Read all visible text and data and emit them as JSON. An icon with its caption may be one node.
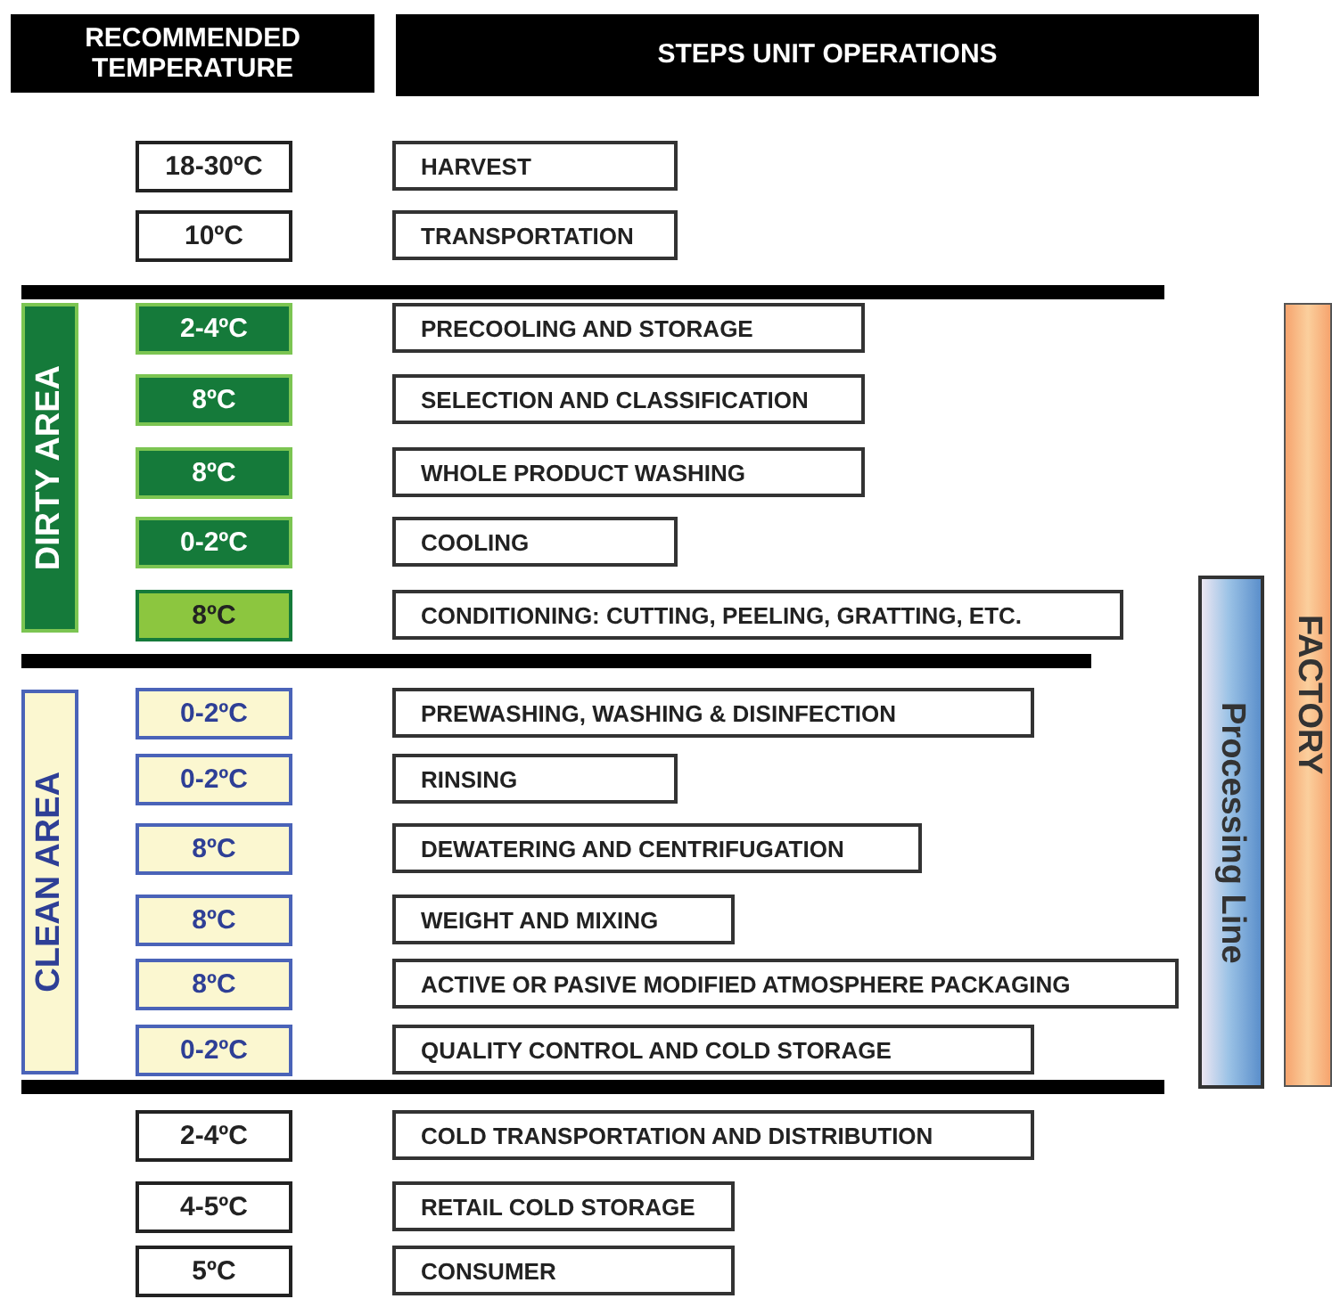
{
  "diagram": {
    "nodes": [
      {
        "text": [
          "RECOMMENDED TEMPERATURE"
        ]
      },
      {
        "text": [
          "STEPS UNIT OPERATIONS"
        ]
      },
      {
        "text": [
          "18-30ºC"
        ]
      },
      {
        "text": [
          "HARVEST"
        ]
      },
      {
        "text": [
          "10ºC"
        ]
      },
      {
        "text": [
          "TRANSPORTATION"
        ]
      },
      {
        "text": [
          "2-4ºC"
        ]
      },
      {
        "text": [
          "PRECOOLING AND STORAGE"
        ]
      },
      {
        "text": [
          "8ºC"
        ]
      },
      {
        "text": [
          "SELECTION AND CLASSIFICATION"
        ]
      },
      {
        "text": [
          "8ºC"
        ]
      },
      {
        "text": [
          "WHOLE PRODUCT WASHING"
        ]
      },
      {
        "text": [
          "0-2ºC"
        ]
      },
      {
        "text": [
          "COOLING"
        ]
      },
      {
        "text": [
          "8ºC"
        ]
      },
      {
        "text": [
          "CONDITIONING: CUTTING, PEELING, GRATTING, ETC."
        ]
      },
      {
        "text": [
          "0-2ºC"
        ]
      },
      {
        "text": [
          "PREWASHING, WASHING & DISINFECTION"
        ]
      },
      {
        "text": [
          "0-2ºC"
        ]
      },
      {
        "text": [
          "RINSING"
        ]
      },
      {
        "text": [
          "8ºC"
        ]
      },
      {
        "text": [
          "DEWATERING AND CENTRIFUGATION"
        ]
      },
      {
        "text": [
          "8ºC"
        ]
      },
      {
        "text": [
          "WEIGHT AND MIXING"
        ]
      },
      {
        "text": [
          "8ºC"
        ]
      },
      {
        "text": [
          "ACTIVE OR PASIVE MODIFIED ATMOSPHERE PACKAGING"
        ]
      },
      {
        "text": [
          "0-2ºC"
        ]
      },
      {
        "text": [
          "QUALITY CONTROL AND COLD STORAGE"
        ]
      },
      {
        "text": [
          "2-4ºC"
        ]
      },
      {
        "text": [
          "COLD TRANSPORTATION AND DISTRIBUTION"
        ]
      },
      {
        "text": [
          "4-5ºC"
        ]
      },
      {
        "text": [
          "RETAIL COLD STORAGE"
        ]
      },
      {
        "text": [
          "5ºC"
        ]
      },
      {
        "text": [
          "CONSUMER"
        ]
      },
      {
        "text": [
          "DIRTY AREA"
        ]
      },
      {
        "text": [
          "CLEAN AREA"
        ]
      },
      {
        "text": [
          "Processing Line"
        ]
      },
      {
        "text": [
          "FACTORY"
        ]
      }
    ]
  }
}
